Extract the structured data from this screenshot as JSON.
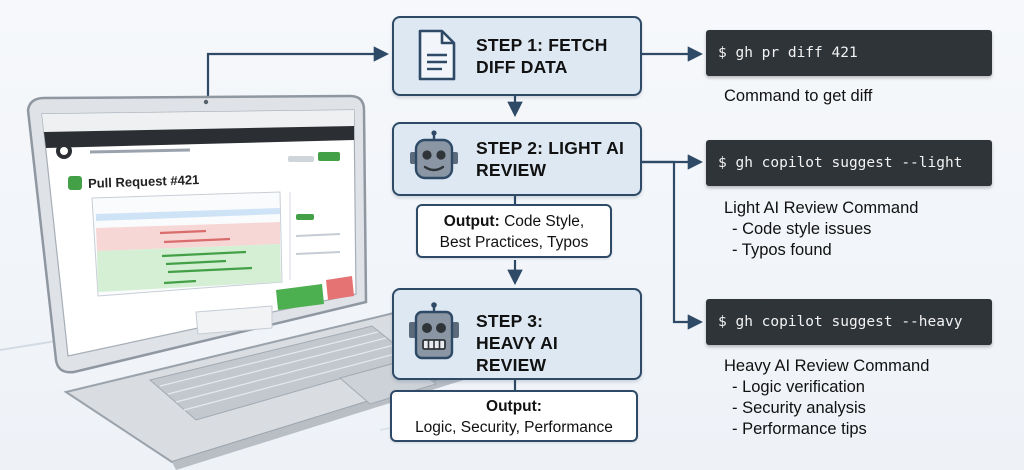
{
  "diagram": {
    "laptop": {
      "pr_title": "Pull Request #421"
    },
    "steps": [
      {
        "id": "step1",
        "title_line1": "STEP 1: FETCH",
        "title_line2": "DIFF DATA",
        "icon": "document-icon",
        "command": "$ gh pr diff 421",
        "caption": "Command to get diff"
      },
      {
        "id": "step2",
        "title_line1": "STEP 2: LIGHT AI",
        "title_line2": "REVIEW",
        "icon": "robot-icon",
        "output_label": "Output:",
        "output_line1": "Code Style,",
        "output_line2": "Best Practices, Typos",
        "command": "$ gh copilot suggest --light",
        "caption": "Light AI Review Command",
        "bullets": [
          "- Code style issues",
          "- Typos found"
        ]
      },
      {
        "id": "step3",
        "title_line1": "STEP 3:",
        "title_line2": "HEAVY AI REVIEW",
        "icon": "robot-heavy-icon",
        "output_label": "Output:",
        "output_line2": "Logic, Security, Performance",
        "command": "$ gh copilot suggest --heavy",
        "caption": "Heavy AI Review Command",
        "bullets": [
          "- Logic verification",
          "- Security analysis",
          "- Performance tips"
        ]
      }
    ],
    "colors": {
      "box_fill": "#dde8f3",
      "box_stroke": "#2f4a66",
      "terminal": "#2f3439",
      "accent_green": "#43a047",
      "accent_red": "#e57373"
    }
  }
}
